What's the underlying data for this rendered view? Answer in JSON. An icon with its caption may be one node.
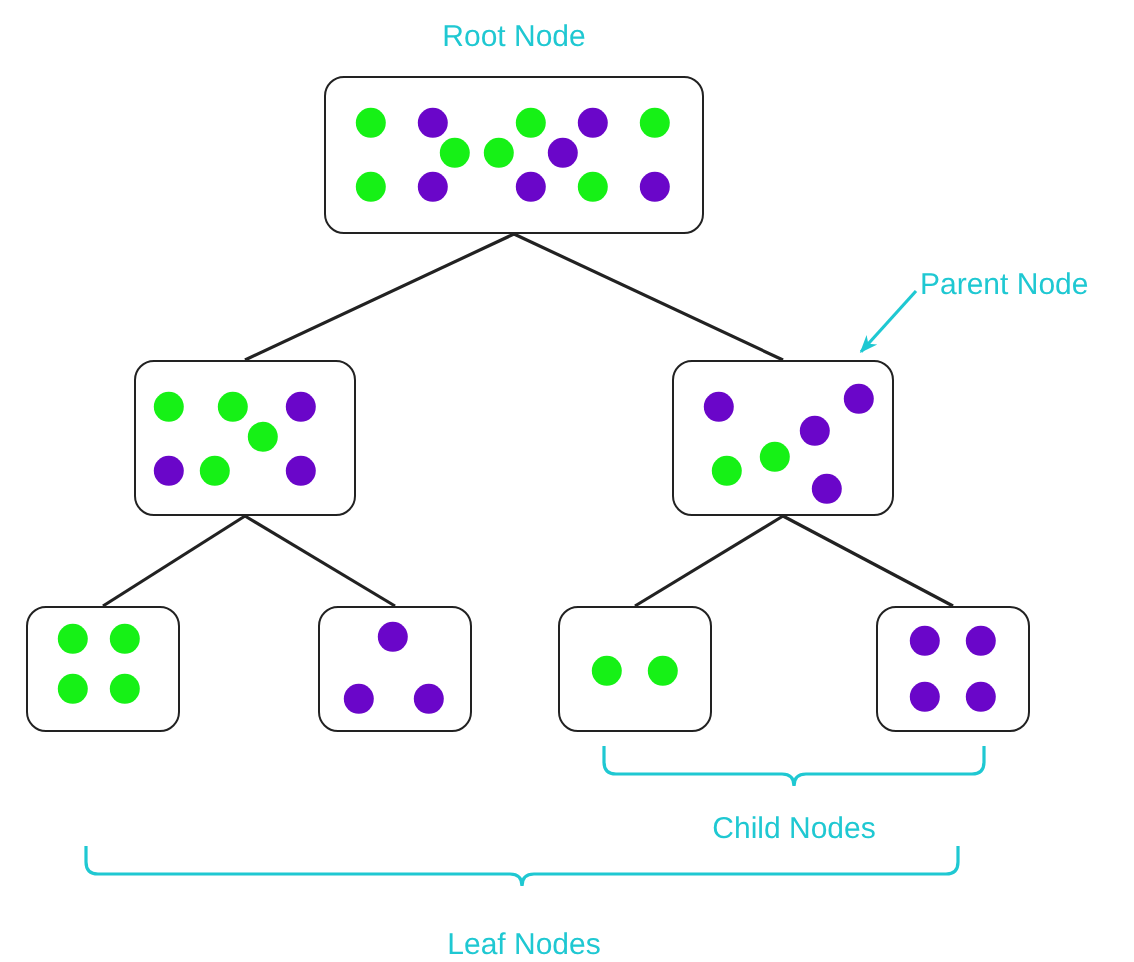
{
  "diagram": {
    "nodes": [
      {
        "text": [
          "Root Node"
        ]
      },
      {
        "text": [],
        "shape": "box"
      },
      {
        "text": [],
        "shape": "box"
      },
      {
        "text": [],
        "shape": "box"
      },
      {
        "text": [],
        "shape": "box"
      },
      {
        "text": [],
        "shape": "box"
      },
      {
        "text": [],
        "shape": "box"
      },
      {
        "text": [
          "Parent Node"
        ]
      }
    ],
    "edges": [
      {
        "from": 0,
        "to": 1,
        "arrow": "none"
      },
      {
        "from": 0,
        "to": 2,
        "arrow": "none"
      },
      {
        "from": 1,
        "to": 3,
        "arrow": "none"
      },
      {
        "from": 1,
        "to": 4,
        "arrow": "none"
      },
      {
        "from": 2,
        "to": 5,
        "arrow": "none"
      },
      {
        "from": 2,
        "to": 6,
        "arrow": "none"
      },
      {
        "from": 7,
        "to": 2,
        "arrow": "to",
        "color": "#1fc8d2"
      }
    ],
    "labels": [
      "Child Nodes",
      "Leaf Nodes"
    ]
  }
}
